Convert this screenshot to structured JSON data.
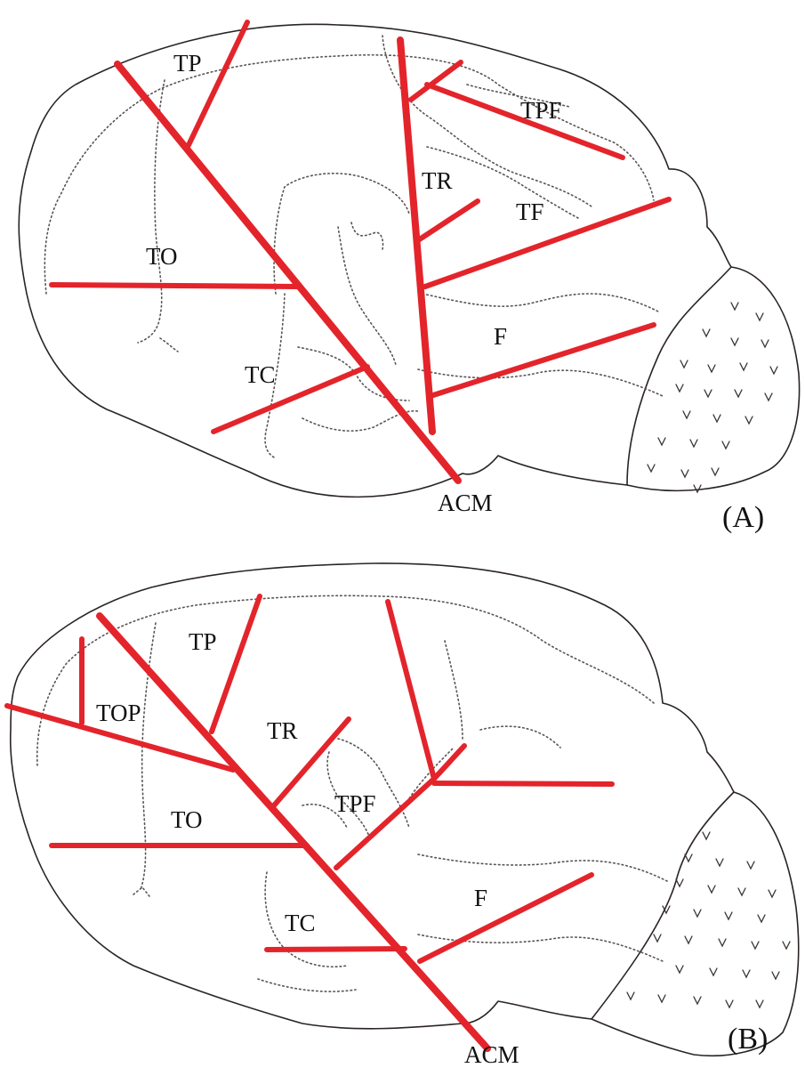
{
  "panels": [
    {
      "id": "A",
      "panel_label": "(A)",
      "labels": {
        "tp": "TP",
        "tpf": "TPF",
        "tr": "TR",
        "tf": "TF",
        "to": "TO",
        "f": "F",
        "tc": "TC",
        "acm": "ACM"
      }
    },
    {
      "id": "B",
      "panel_label": "(B)",
      "labels": {
        "tp": "TP",
        "top": "TOP",
        "tr": "TR",
        "tpf": "TPF",
        "to": "TO",
        "f": "F",
        "tc": "TC",
        "acm": "ACM"
      }
    }
  ],
  "colors": {
    "artery": "#e3242b",
    "outline": "#2a2422",
    "background": "#ffffff"
  }
}
